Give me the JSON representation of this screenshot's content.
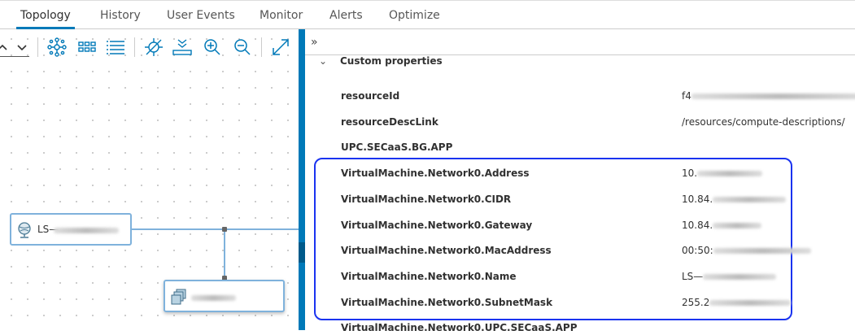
{
  "tabs": [
    {
      "label": "Topology",
      "active": true
    },
    {
      "label": "History"
    },
    {
      "label": "User Events"
    },
    {
      "label": "Monitor"
    },
    {
      "label": "Alerts"
    },
    {
      "label": "Optimize"
    }
  ],
  "toolbar": {
    "icons": [
      "chevron-up-icon",
      "chevron-down-icon",
      "topology-icon",
      "grid-view-icon",
      "list-view-icon",
      "hide-icon",
      "collapse-all-icon",
      "zoom-in-icon",
      "zoom-out-icon",
      "fit-to-screen-icon"
    ]
  },
  "topology": {
    "nodes": [
      {
        "label": "LS—",
        "icon": "logical-switch-icon"
      },
      {
        "label": "",
        "icon": "vm-group-icon"
      }
    ]
  },
  "panel": {
    "expand_icon": "»",
    "section_title": "Custom properties",
    "properties": [
      {
        "key": "resourceId",
        "value": "f4"
      },
      {
        "key": "resourceDescLink",
        "value": "/resources/compute-descriptions/"
      },
      {
        "key": "UPC.SECaaS.BG.APP",
        "value": ""
      },
      {
        "key": "VirtualMachine.Network0.Address",
        "value": "10."
      },
      {
        "key": "VirtualMachine.Network0.CIDR",
        "value": "10.84."
      },
      {
        "key": "VirtualMachine.Network0.Gateway",
        "value": "10.84."
      },
      {
        "key": "VirtualMachine.Network0.MacAddress",
        "value": "00:50:"
      },
      {
        "key": "VirtualMachine.Network0.Name",
        "value": "LS—"
      },
      {
        "key": "VirtualMachine.Network0.SubnetMask",
        "value": "255.2"
      },
      {
        "key": "VirtualMachine.Network0.UPC.SECaaS.APP",
        "value": ""
      }
    ]
  },
  "colors": {
    "accent": "#0079b8",
    "highlight": "#1a33f0",
    "node_border": "#7fb2dc"
  }
}
